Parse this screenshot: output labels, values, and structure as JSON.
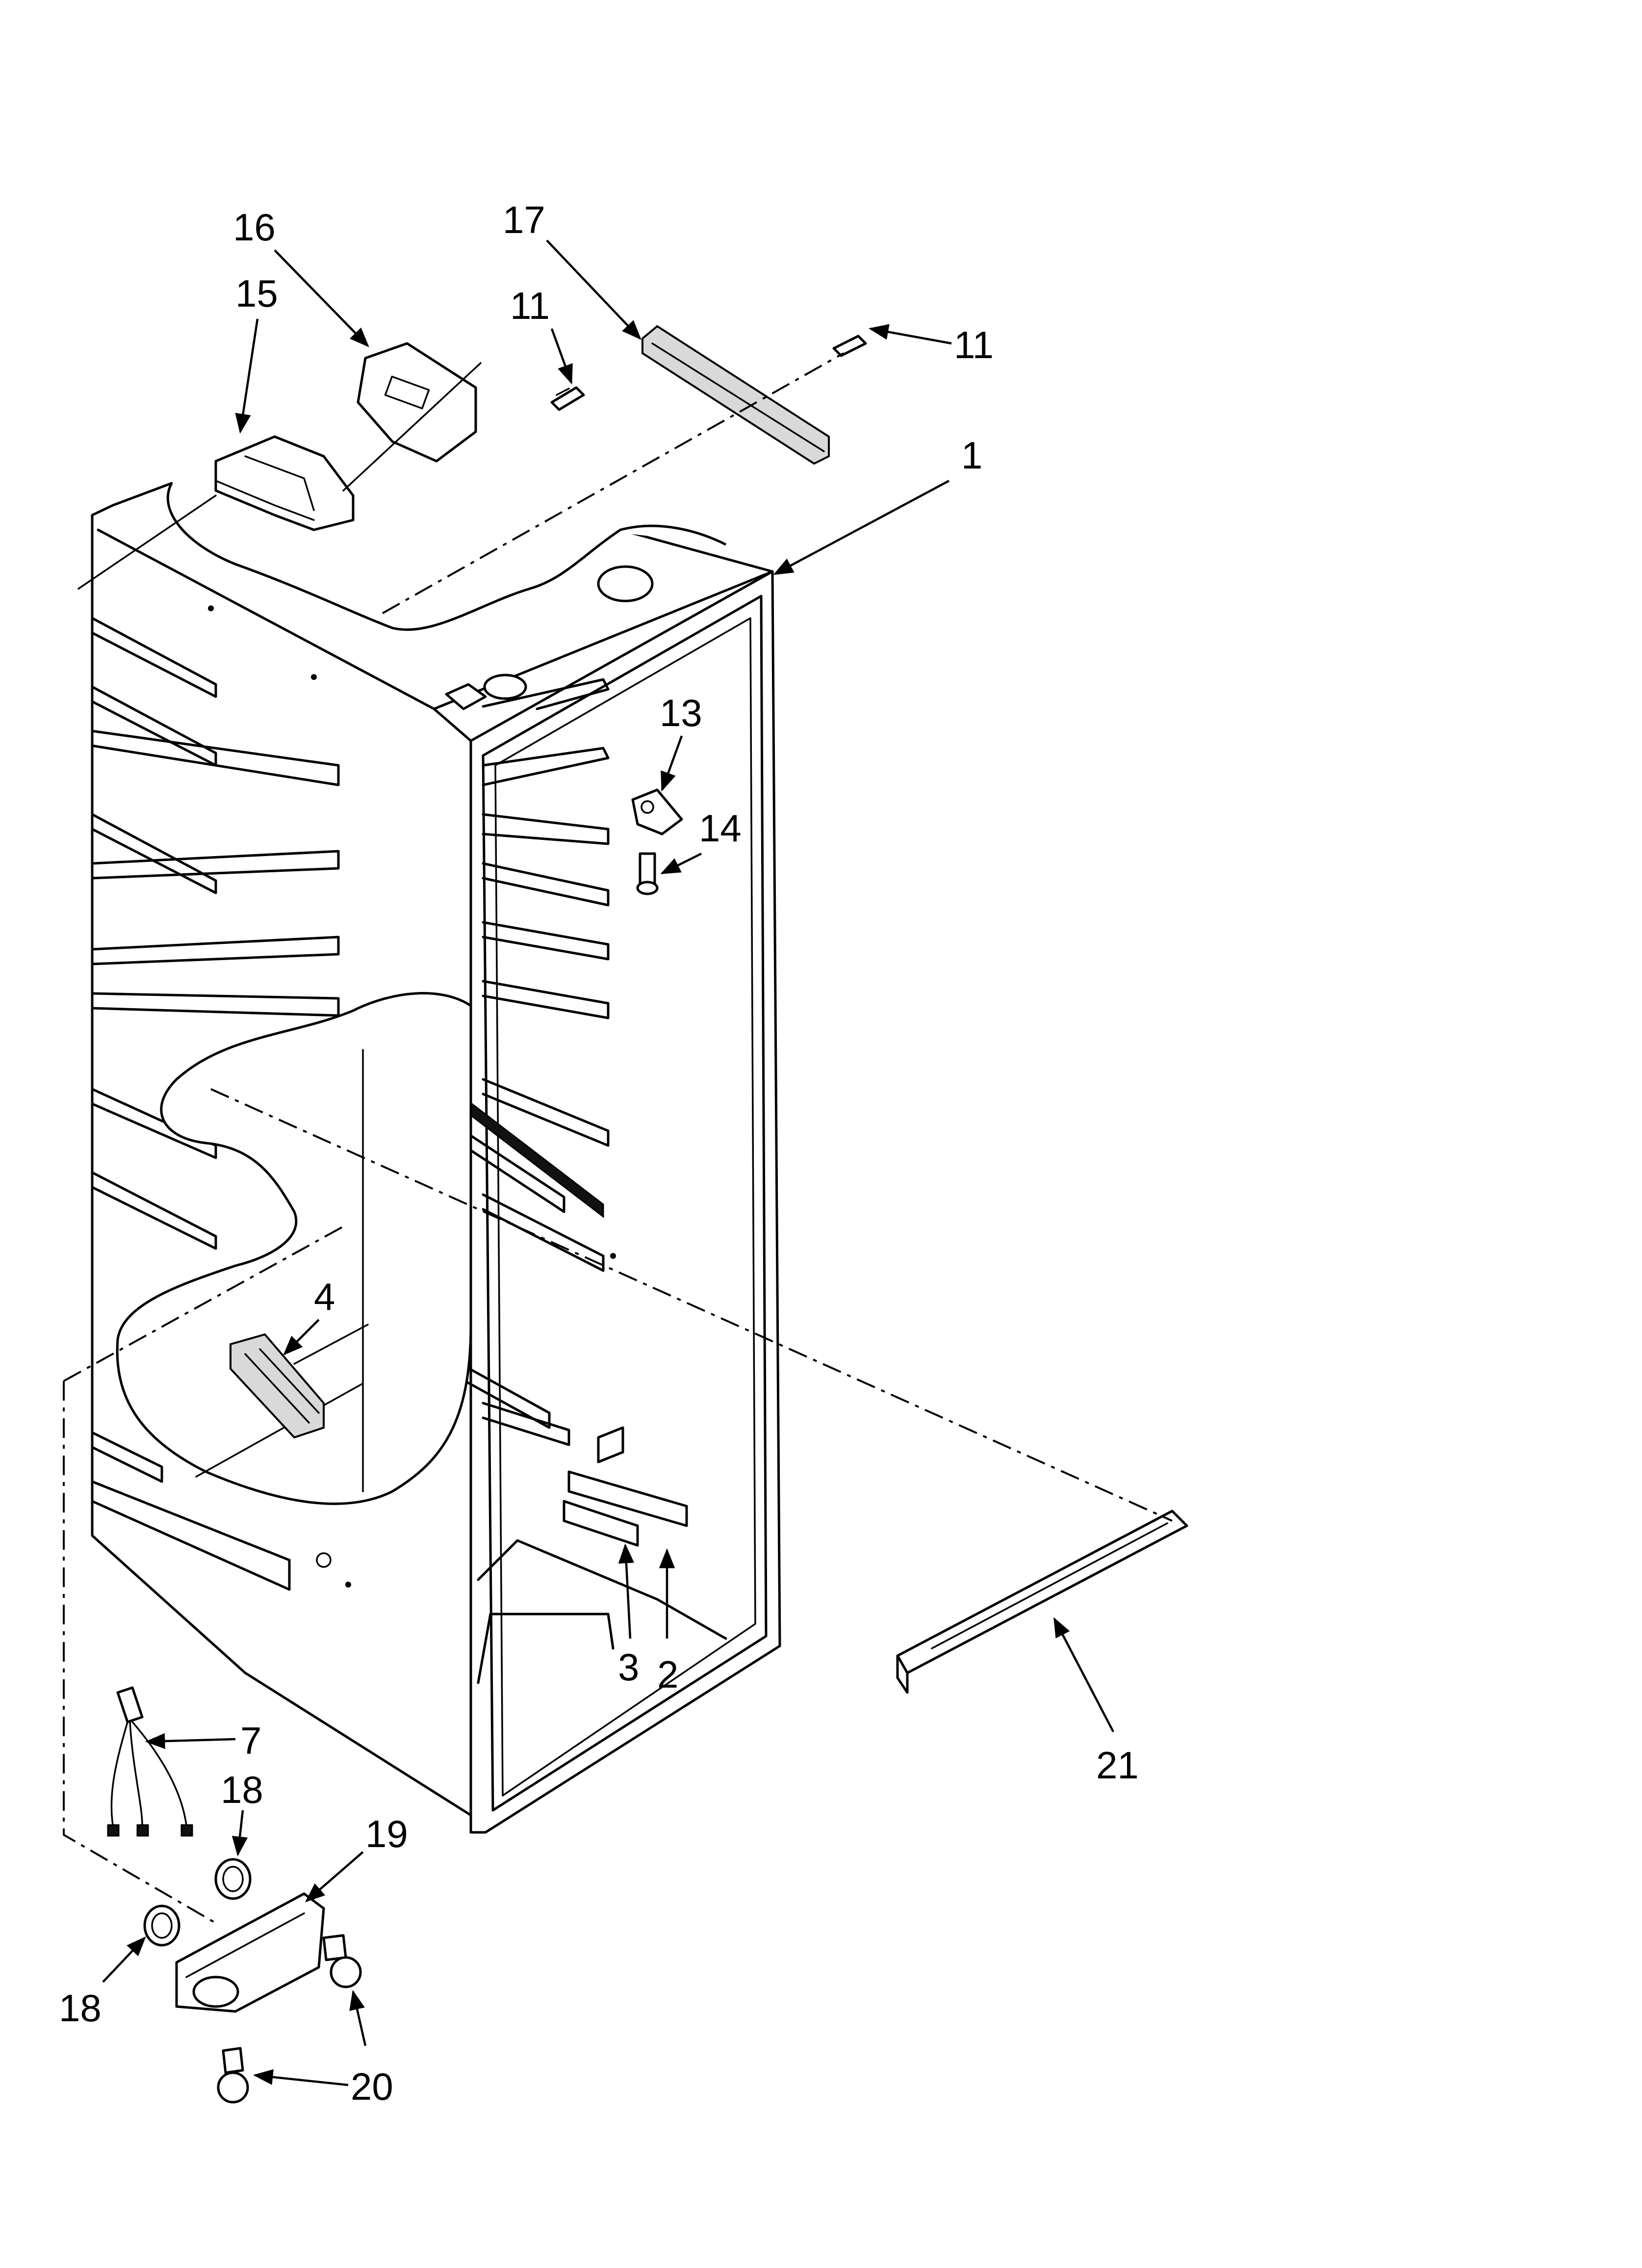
{
  "diagram": {
    "callouts": {
      "c1": "1",
      "c2": "2",
      "c3": "3",
      "c4": "4",
      "c7": "7",
      "c11a": "11",
      "c11b": "11",
      "c13": "13",
      "c14": "14",
      "c15": "15",
      "c16": "16",
      "c17": "17",
      "c18a": "18",
      "c18b": "18",
      "c19": "19",
      "c20": "20",
      "c21": "21"
    }
  }
}
